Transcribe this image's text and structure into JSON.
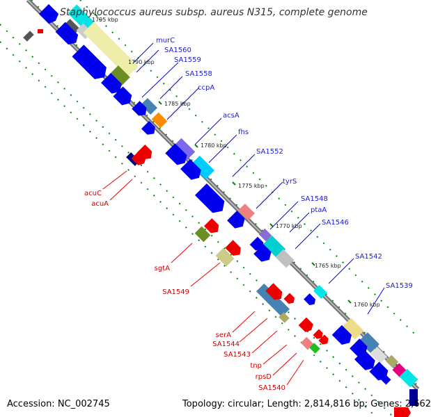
{
  "title": "Staphylococcus aureus subsp. aureus N315, complete genome",
  "footer": {
    "accession": "Accession: NC_002745",
    "summary": "Topology: circular; Length: 2,814,816 bp; Genes: 2,662"
  },
  "colors": {
    "backbone": "#808080",
    "forward": "#0000ee",
    "reverse": "#ee0000",
    "ticks": "#008800",
    "label_forward": "#1a1acc",
    "label_reverse": "#cc0000"
  },
  "scale_labels": [
    "1795 kbp",
    "1790 kbp",
    "1785 kbp",
    "1780 kbp",
    "1775 kbp",
    "1770 kbp",
    "1765 kbp",
    "1760 kbp"
  ],
  "gene_labels_forward": [
    "murC",
    "SA1560",
    "SA1559",
    "SA1558",
    "ccpA",
    "acsA",
    "fhs",
    "SA1552",
    "tyrS",
    "SA1548",
    "ptaA",
    "SA1546",
    "SA1542",
    "SA1539"
  ],
  "gene_labels_reverse": [
    "acuC",
    "acuA",
    "sgtA",
    "SA1549",
    "serA",
    "SA1544",
    "SA1543",
    "tnp",
    "rpsD",
    "SA1540"
  ]
}
